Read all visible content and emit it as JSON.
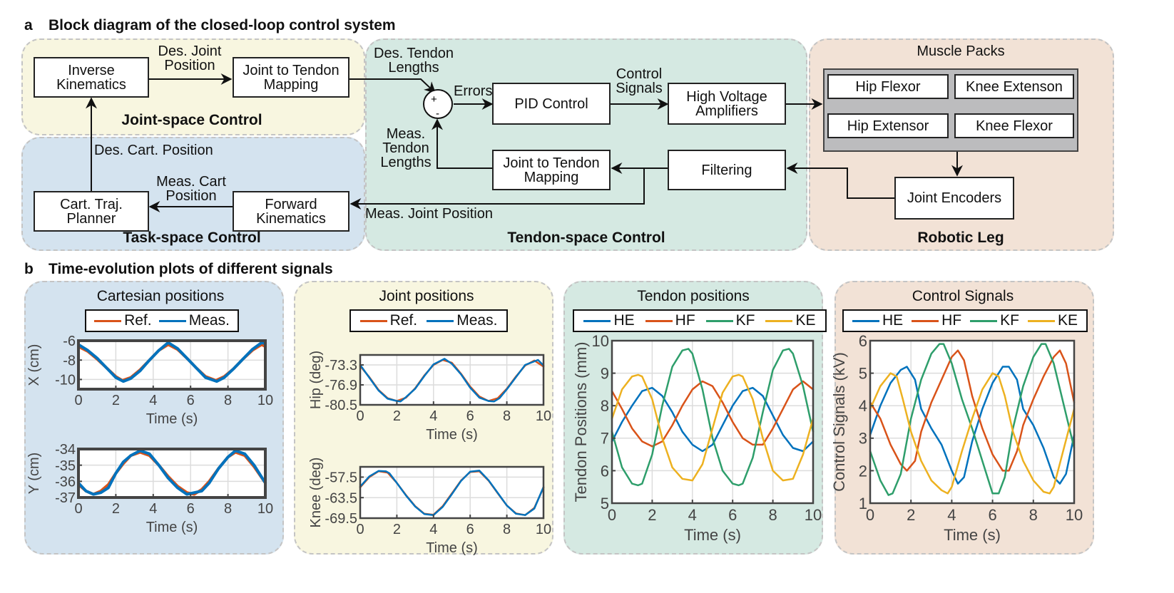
{
  "section_a": {
    "letter": "a",
    "title": "Block diagram of the closed-loop control system",
    "panels": {
      "joint_space": "Joint-space Control",
      "task_space": "Task-space Control",
      "tendon_space": "Tendon-space Control",
      "robotic_leg": "Robotic Leg"
    },
    "blocks": {
      "inverse_kinematics": "Inverse\nKinematics",
      "joint_to_tendon_top": "Joint to Tendon\nMapping",
      "cart_traj_planner": "Cart. Traj.\nPlanner",
      "forward_kinematics": "Forward\nKinematics",
      "pid_control": "PID Control",
      "hv_amplifiers": "High Voltage\nAmplifiers",
      "joint_to_tendon_bottom": "Joint to Tendon\nMapping",
      "filtering": "Filtering",
      "joint_encoders": "Joint Encoders"
    },
    "muscle_packs": {
      "title": "Muscle Packs",
      "items": [
        "Hip Flexor",
        "Knee Extenson",
        "Hip Extensor",
        "Knee Flexor"
      ]
    },
    "signals": {
      "des_joint_position": "Des. Joint\nPosition",
      "des_cart_position": "Des. Cart. Position",
      "meas_cart_position": "Meas. Cart\nPosition",
      "des_tendon_lengths": "Des. Tendon\nLengths",
      "errors": "Errors",
      "control_signals": "Control\nSignals",
      "meas_tendon_lengths": "Meas.\nTendon\nLengths",
      "meas_joint_position": "Meas. Joint Position"
    },
    "summing_junction": {
      "plus": "+",
      "minus": "-"
    }
  },
  "section_b": {
    "letter": "b",
    "title": "Time-evolution plots of different signals",
    "panels": {
      "cartesian": "Cartesian positions",
      "joint": "Joint positions",
      "tendon": "Tendon positions",
      "control": "Control Signals"
    }
  },
  "colors": {
    "ref": "#d95319",
    "meas": "#0072bd",
    "HE": "#0072bd",
    "HF": "#d95319",
    "KF": "#2e9e6b",
    "KE": "#edb120"
  },
  "chart_data": [
    {
      "id": "cart_x",
      "type": "line",
      "title": "Cartesian positions",
      "xlabel": "Time (s)",
      "ylabel": "X (cm)",
      "xlim": [
        0,
        10
      ],
      "ylim": [
        -11,
        -6
      ],
      "xticks": [
        0,
        2,
        4,
        6,
        8,
        10
      ],
      "yticks": [
        -6,
        -8,
        -10
      ],
      "legend": [
        "Ref.",
        "Meas."
      ],
      "legend_position": "top",
      "grid": true,
      "series": [
        {
          "name": "Ref.",
          "color_key": "ref",
          "x": [
            0,
            0.5,
            1,
            1.5,
            2,
            2.35,
            2.8,
            3.3,
            3.8,
            4.3,
            4.8,
            5.3,
            5.8,
            6.3,
            6.8,
            7.35,
            7.8,
            8.3,
            8.8,
            9.3,
            9.8,
            10
          ],
          "y": [
            -6.6,
            -7.1,
            -7.9,
            -8.8,
            -9.7,
            -10.1,
            -9.8,
            -9.0,
            -8.0,
            -7.0,
            -6.4,
            -6.9,
            -7.8,
            -8.8,
            -9.7,
            -10.1,
            -9.7,
            -8.9,
            -7.9,
            -7.0,
            -6.4,
            -6.6
          ]
        },
        {
          "name": "Meas.",
          "color_key": "meas",
          "x": [
            0,
            0.5,
            1,
            1.5,
            2,
            2.4,
            2.8,
            3.3,
            3.8,
            4.3,
            4.8,
            5.3,
            5.8,
            6.3,
            6.8,
            7.4,
            7.8,
            8.3,
            8.8,
            9.3,
            9.8,
            10
          ],
          "y": [
            -6.4,
            -7.0,
            -7.8,
            -8.8,
            -9.8,
            -10.2,
            -9.9,
            -9.1,
            -8.0,
            -7.0,
            -6.2,
            -6.8,
            -7.8,
            -8.8,
            -9.8,
            -10.2,
            -9.8,
            -8.9,
            -7.9,
            -6.9,
            -6.2,
            -6.3
          ]
        }
      ]
    },
    {
      "id": "cart_y",
      "type": "line",
      "title": "",
      "xlabel": "Time (s)",
      "ylabel": "Y (cm)",
      "xlim": [
        0,
        10
      ],
      "ylim": [
        -37,
        -34
      ],
      "xticks": [
        0,
        2,
        4,
        6,
        8,
        10
      ],
      "yticks": [
        -34,
        -35,
        -36,
        -37
      ],
      "grid": true,
      "series": [
        {
          "name": "Ref.",
          "color_key": "ref",
          "x": [
            0,
            0.4,
            0.8,
            1.2,
            1.6,
            2,
            2.4,
            2.8,
            3.3,
            3.8,
            4.3,
            4.8,
            5.3,
            5.8,
            6.2,
            6.6,
            7,
            7.5,
            8,
            8.4,
            8.9,
            9.4,
            10
          ],
          "y": [
            -36.2,
            -36.6,
            -36.8,
            -36.6,
            -36.2,
            -35.5,
            -34.9,
            -34.4,
            -34.2,
            -34.4,
            -35.0,
            -35.7,
            -36.3,
            -36.7,
            -36.8,
            -36.5,
            -36.0,
            -35.2,
            -34.5,
            -34.2,
            -34.4,
            -35.1,
            -36.1
          ]
        },
        {
          "name": "Meas.",
          "color_key": "meas",
          "x": [
            0,
            0.4,
            0.8,
            1.2,
            1.6,
            2,
            2.4,
            2.8,
            3.3,
            3.8,
            4.3,
            4.8,
            5.3,
            5.8,
            6.2,
            6.6,
            7,
            7.5,
            8,
            8.4,
            8.9,
            9.4,
            10
          ],
          "y": [
            -36.1,
            -36.6,
            -36.8,
            -36.7,
            -36.4,
            -35.5,
            -34.8,
            -34.4,
            -34.1,
            -34.3,
            -35.0,
            -35.8,
            -36.4,
            -36.8,
            -36.7,
            -36.6,
            -36.1,
            -35.2,
            -34.5,
            -34.1,
            -34.3,
            -35.0,
            -36.1
          ]
        }
      ]
    },
    {
      "id": "joint_hip",
      "type": "line",
      "title": "Joint positions",
      "xlabel": "Time (s)",
      "ylabel": "Hip (deg)",
      "xlim": [
        0,
        10
      ],
      "ylim": [
        -80.5,
        -71.5
      ],
      "xticks": [
        0,
        2,
        4,
        6,
        8,
        10
      ],
      "yticks": [
        -73.3,
        -76.9,
        -80.5
      ],
      "legend": [
        "Ref.",
        "Meas."
      ],
      "legend_position": "top",
      "grid": true,
      "series": [
        {
          "name": "Ref.",
          "color_key": "ref",
          "x": [
            0,
            0.5,
            1,
            1.5,
            2,
            2.5,
            3,
            3.5,
            4,
            4.5,
            5,
            5.5,
            6,
            6.5,
            7,
            7.5,
            8,
            8.5,
            9,
            9.5,
            10
          ],
          "y": [
            -73.5,
            -75.5,
            -77.8,
            -79.3,
            -79.8,
            -79.2,
            -77.5,
            -75.2,
            -73.3,
            -72.4,
            -72.9,
            -74.9,
            -77.2,
            -79.0,
            -79.8,
            -79.3,
            -77.6,
            -75.4,
            -73.4,
            -72.5,
            -73.6
          ]
        },
        {
          "name": "Meas.",
          "color_key": "meas",
          "x": [
            0,
            0.5,
            1,
            1.5,
            2,
            2.2,
            2.5,
            3,
            3.5,
            4,
            4.6,
            5,
            5.5,
            6,
            6.5,
            7,
            7.3,
            7.6,
            8,
            8.5,
            9,
            9.7,
            10
          ],
          "y": [
            -73.3,
            -75.6,
            -77.9,
            -79.4,
            -79.8,
            -79.9,
            -79.1,
            -77.6,
            -75.3,
            -73.2,
            -72.2,
            -73.1,
            -75.0,
            -77.4,
            -79.2,
            -79.8,
            -79.9,
            -79.3,
            -77.7,
            -75.5,
            -73.3,
            -72.4,
            -73.4
          ]
        }
      ]
    },
    {
      "id": "joint_knee",
      "type": "line",
      "title": "",
      "xlabel": "Time (s)",
      "ylabel": "Knee (deg)",
      "xlim": [
        0,
        10
      ],
      "ylim": [
        -69.5,
        -54.5
      ],
      "xticks": [
        0,
        2,
        4,
        6,
        8,
        10
      ],
      "yticks": [
        -57.5,
        -63.5,
        -69.5
      ],
      "grid": true,
      "series": [
        {
          "name": "Ref.",
          "color_key": "ref",
          "x": [
            0,
            0.5,
            1,
            1.5,
            2,
            2.5,
            3,
            3.5,
            4,
            4.5,
            5,
            5.5,
            6,
            6.5,
            7,
            7.5,
            8,
            8.5,
            9,
            9.5,
            10
          ],
          "y": [
            -60.5,
            -57.5,
            -55.8,
            -56.2,
            -59.2,
            -62.8,
            -66.0,
            -68.2,
            -68.5,
            -66.0,
            -62.3,
            -58.5,
            -56.0,
            -55.8,
            -58.5,
            -62.2,
            -65.8,
            -68.1,
            -68.6,
            -66.5,
            -60.6
          ]
        },
        {
          "name": "Meas.",
          "color_key": "meas",
          "x": [
            0,
            0.5,
            1,
            1.4,
            1.6,
            2,
            2.5,
            3,
            3.5,
            4,
            4.5,
            5,
            5.5,
            6,
            6.5,
            7,
            7.5,
            8,
            8.5,
            9,
            9.5,
            10
          ],
          "y": [
            -60.3,
            -57.3,
            -55.7,
            -55.8,
            -56.4,
            -59.2,
            -62.9,
            -66.1,
            -68.3,
            -68.6,
            -66.2,
            -62.5,
            -58.6,
            -55.9,
            -55.6,
            -58.4,
            -62.1,
            -65.8,
            -68.2,
            -68.6,
            -66.7,
            -60.4
          ]
        }
      ]
    },
    {
      "id": "tendon",
      "type": "line",
      "title": "Tendon positions",
      "xlabel": "Time (s)",
      "ylabel": "Tendon Positions (mm)",
      "xlim": [
        0,
        10
      ],
      "ylim": [
        5,
        10
      ],
      "xticks": [
        0,
        2,
        4,
        6,
        8,
        10
      ],
      "yticks": [
        5,
        6,
        7,
        8,
        9,
        10
      ],
      "legend": [
        "HE",
        "HF",
        "KF",
        "KE"
      ],
      "legend_position": "top",
      "grid": true,
      "series": [
        {
          "name": "HE",
          "color_key": "HE",
          "x": [
            0,
            0.5,
            1,
            1.5,
            2,
            2.5,
            3,
            3.5,
            4,
            4.5,
            5,
            5.5,
            6,
            6.5,
            7,
            7.5,
            8,
            8.5,
            9,
            9.5,
            10
          ],
          "y": [
            6.9,
            7.5,
            8.0,
            8.45,
            8.55,
            8.3,
            7.8,
            7.2,
            6.8,
            6.6,
            6.8,
            7.4,
            8.0,
            8.45,
            8.55,
            8.3,
            7.7,
            7.1,
            6.7,
            6.6,
            6.9
          ]
        },
        {
          "name": "HF",
          "color_key": "HF",
          "x": [
            0,
            0.5,
            1,
            1.5,
            2,
            2.5,
            3,
            3.5,
            4,
            4.5,
            5,
            5.5,
            6,
            6.5,
            7,
            7.5,
            8,
            8.5,
            9,
            9.5,
            10
          ],
          "y": [
            8.45,
            7.9,
            7.3,
            6.9,
            6.75,
            6.9,
            7.4,
            8.0,
            8.5,
            8.75,
            8.6,
            8.1,
            7.5,
            7.0,
            6.8,
            6.8,
            7.3,
            7.9,
            8.5,
            8.75,
            8.5
          ]
        },
        {
          "name": "KF",
          "color_key": "KF",
          "x": [
            0,
            0.5,
            1,
            1.3,
            1.5,
            2,
            2.5,
            3,
            3.5,
            3.8,
            4,
            4.5,
            5,
            5.5,
            6,
            6.3,
            6.5,
            7,
            7.5,
            8,
            8.5,
            8.8,
            9,
            9.5,
            10
          ],
          "y": [
            7.2,
            6.1,
            5.6,
            5.55,
            5.6,
            6.5,
            8.0,
            9.2,
            9.7,
            9.75,
            9.6,
            8.5,
            7.0,
            6.0,
            5.6,
            5.55,
            5.6,
            6.4,
            7.8,
            9.1,
            9.7,
            9.75,
            9.6,
            8.6,
            7.2
          ]
        },
        {
          "name": "KE",
          "color_key": "KE",
          "x": [
            0,
            0.5,
            1,
            1.3,
            1.5,
            2,
            2.5,
            3,
            3.5,
            4,
            4.5,
            5,
            5.5,
            6,
            6.3,
            6.5,
            7,
            7.5,
            8,
            8.5,
            9,
            9.5,
            10
          ],
          "y": [
            7.6,
            8.5,
            8.9,
            8.95,
            8.9,
            8.2,
            7.0,
            6.1,
            5.75,
            5.7,
            6.2,
            7.3,
            8.4,
            8.9,
            8.95,
            8.9,
            8.2,
            7.0,
            6.0,
            5.7,
            5.75,
            6.5,
            7.6
          ]
        }
      ]
    },
    {
      "id": "control",
      "type": "line",
      "title": "Control Signals",
      "xlabel": "Time (s)",
      "ylabel": "Control Signals (kV)",
      "xlim": [
        0,
        10
      ],
      "ylim": [
        1,
        6
      ],
      "xticks": [
        0,
        2,
        4,
        6,
        8,
        10
      ],
      "yticks": [
        1,
        2,
        3,
        4,
        5,
        6
      ],
      "legend": [
        "HE",
        "HF",
        "KF",
        "KE"
      ],
      "legend_position": "top",
      "grid": true,
      "series": [
        {
          "name": "HE",
          "color_key": "HE",
          "x": [
            0,
            0.5,
            1,
            1.5,
            1.8,
            2.2,
            2.5,
            3,
            3.5,
            4,
            4.3,
            4.6,
            5,
            5.5,
            6,
            6.5,
            6.8,
            7.2,
            7.5,
            8,
            8.5,
            9,
            9.3,
            9.6,
            10
          ],
          "y": [
            3.1,
            4.0,
            4.7,
            5.1,
            5.2,
            4.8,
            3.9,
            3.3,
            2.8,
            2.0,
            1.6,
            1.8,
            2.9,
            3.9,
            4.7,
            5.2,
            5.2,
            4.8,
            3.9,
            3.4,
            2.7,
            1.8,
            1.6,
            1.9,
            3.1
          ]
        },
        {
          "name": "HF",
          "color_key": "HF",
          "x": [
            0,
            0.5,
            1,
            1.5,
            1.8,
            2.2,
            2.5,
            3,
            3.5,
            4,
            4.3,
            4.6,
            5,
            5.5,
            6,
            6.5,
            6.8,
            7.2,
            7.5,
            8,
            8.5,
            9,
            9.3,
            9.6,
            10
          ],
          "y": [
            4.1,
            3.6,
            2.8,
            2.2,
            2.0,
            2.3,
            3.2,
            4.1,
            4.8,
            5.5,
            5.7,
            5.4,
            4.3,
            3.3,
            2.5,
            2.0,
            2.0,
            2.6,
            3.4,
            4.2,
            4.9,
            5.5,
            5.7,
            5.3,
            4.1
          ]
        },
        {
          "name": "KF",
          "color_key": "KF",
          "x": [
            0,
            0.5,
            0.9,
            1.1,
            1.5,
            2,
            2.5,
            3,
            3.4,
            3.6,
            4,
            4.5,
            5,
            5.5,
            6,
            6.3,
            6.6,
            7,
            7.5,
            8,
            8.4,
            8.6,
            9,
            9.5,
            10
          ],
          "y": [
            2.6,
            1.7,
            1.25,
            1.3,
            1.9,
            3.6,
            4.8,
            5.6,
            5.9,
            5.9,
            5.3,
            4.2,
            3.3,
            2.3,
            1.3,
            1.3,
            1.8,
            3.3,
            4.6,
            5.5,
            5.9,
            5.9,
            5.3,
            4.0,
            2.7
          ]
        },
        {
          "name": "KE",
          "color_key": "KE",
          "x": [
            0,
            0.5,
            1,
            1.3,
            1.6,
            2,
            2.5,
            3,
            3.5,
            3.8,
            4,
            4.5,
            5,
            5.5,
            6,
            6.3,
            6.6,
            7,
            7.5,
            8,
            8.5,
            8.8,
            9,
            9.5,
            10
          ],
          "y": [
            3.9,
            4.6,
            5.0,
            4.9,
            4.2,
            3.2,
            2.3,
            1.7,
            1.4,
            1.3,
            1.5,
            2.6,
            3.6,
            4.5,
            5.0,
            4.9,
            4.3,
            3.2,
            2.3,
            1.7,
            1.35,
            1.3,
            1.5,
            2.7,
            3.9
          ]
        }
      ]
    }
  ]
}
